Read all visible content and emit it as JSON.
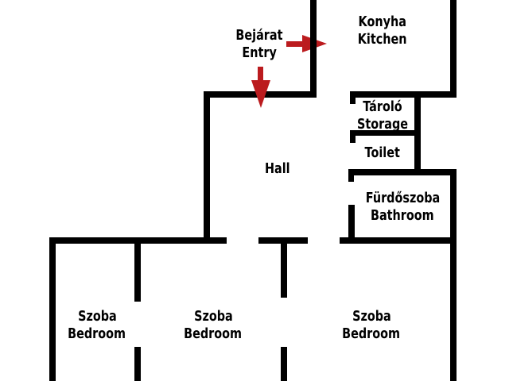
{
  "diagram_type": "apartment-floor-plan",
  "colors": {
    "wall": "#000000",
    "arrow": "#bb1b1e",
    "background": "#ffffff",
    "text": "#000000"
  },
  "rooms": {
    "kitchen": {
      "hu": "Konyha",
      "en": "Kitchen"
    },
    "entry": {
      "hu": "Bejárat",
      "en": "Entry"
    },
    "storage": {
      "hu": "Tároló",
      "en": "Storage"
    },
    "toilet": {
      "en": "Toilet"
    },
    "bathroom": {
      "hu": "Fürdőszoba",
      "en": "Bathroom"
    },
    "hall": {
      "en": "Hall"
    },
    "bedroom_left": {
      "hu": "Szoba",
      "en": "Bedroom"
    },
    "bedroom_middle": {
      "hu": "Szoba",
      "en": "Bedroom"
    },
    "bedroom_right": {
      "hu": "Szoba",
      "en": "Bedroom"
    }
  },
  "icons": {
    "entry_arrow_right": "red arrow pointing right through kitchen wall",
    "entry_arrow_down": "red arrow pointing down through hall wall"
  }
}
